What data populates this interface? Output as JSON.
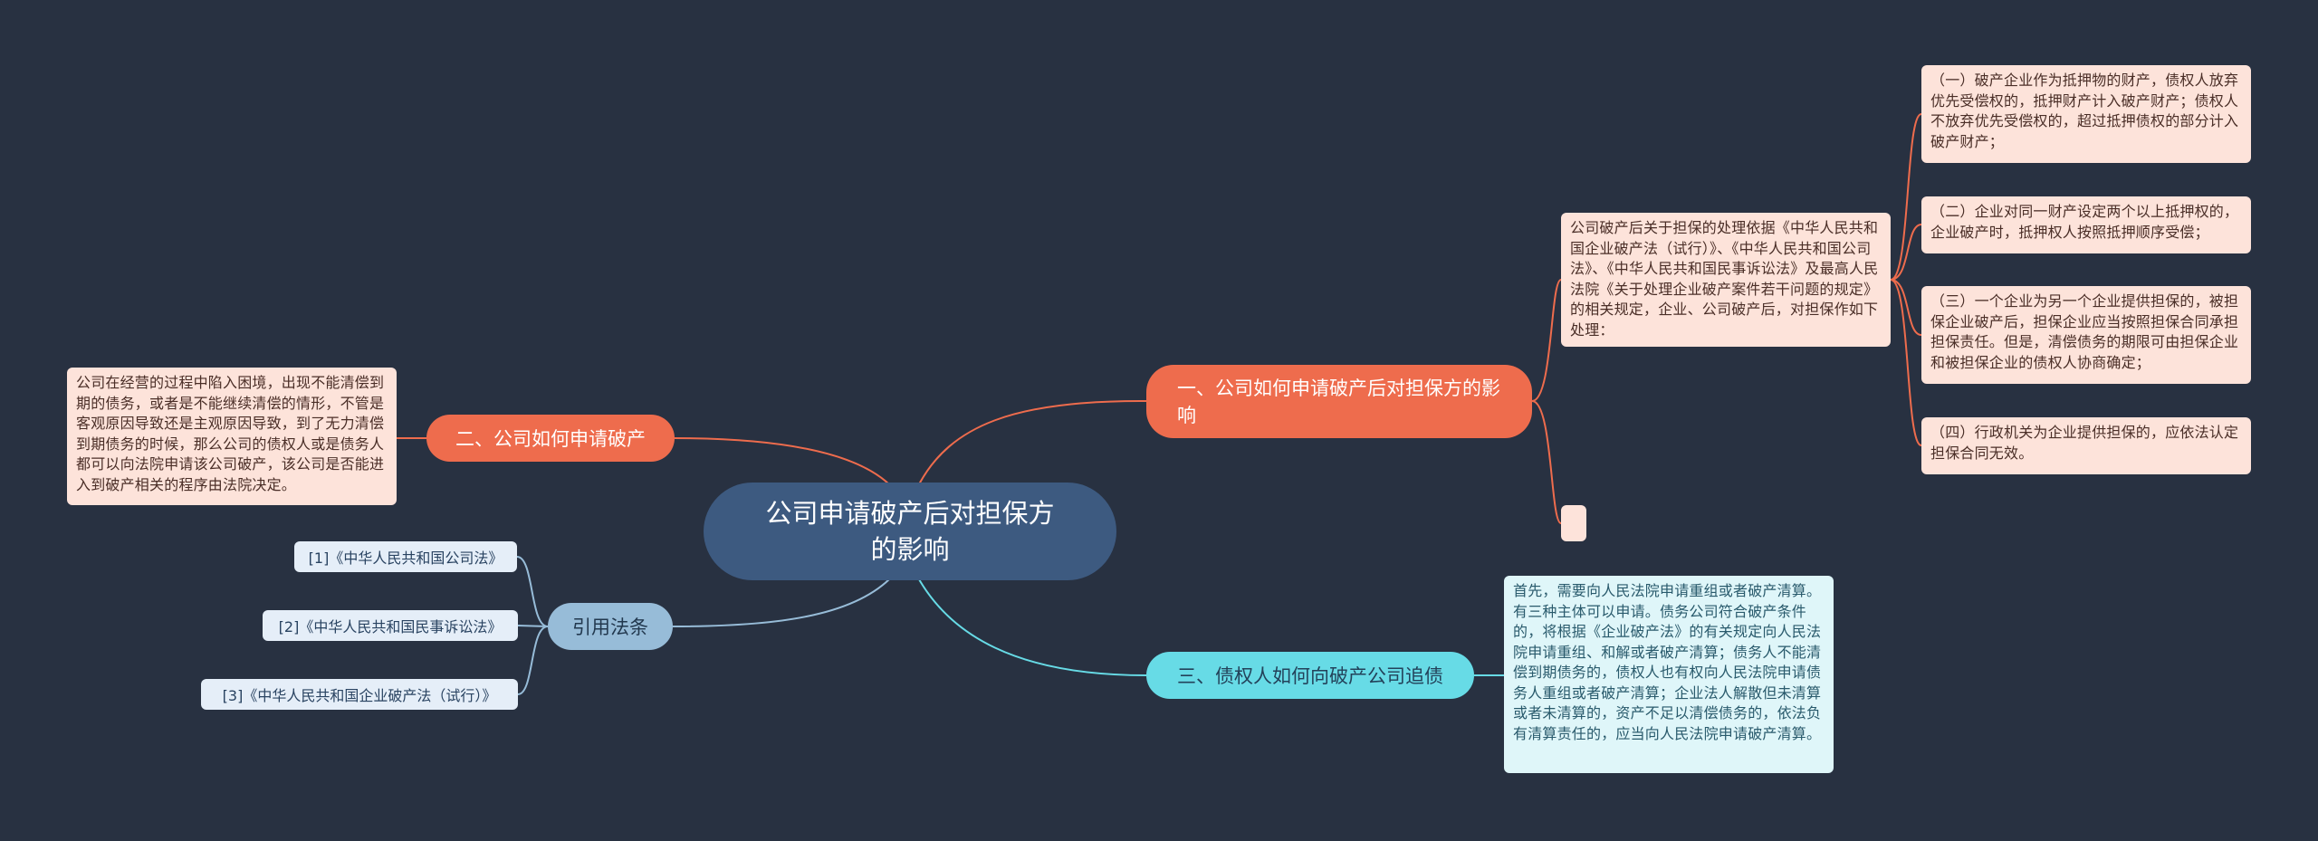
{
  "root": {
    "title": "公司申请破产后对担保方的影响"
  },
  "branches": {
    "impact": {
      "label": "一、公司如何申请破产后对担保方的影响",
      "basis": "公司破产后关于担保的处理依据《中华人民共和国企业破产法（试行）》、《中华人民共和国公司法》、《中华人民共和国民事诉讼法》及最高人民法院《关于处理企业破产案件若干问题的规定》的相关规定，企业、公司破产后，对担保作如下处理：",
      "items": [
        "（一）破产企业作为抵押物的财产，债权人放弃优先受偿权的，抵押财产计入破产财产；债权人不放弃优先受偿权的，超过抵押债权的部分计入破产财产；",
        "（二）企业对同一财产设定两个以上抵押权的，企业破产时，抵押权人按照抵押顺序受偿；",
        "（三）一个企业为另一个企业提供担保的，被担保企业破产后，担保企业应当按照担保合同承担担保责任。但是，清偿债务的期限可由担保企业和被担保企业的债权人协商确定；",
        "（四）行政机关为企业提供担保的，应依法认定担保合同无效。"
      ]
    },
    "how_to_apply": {
      "label": "二、公司如何申请破产",
      "text": "公司在经营的过程中陷入困境，出现不能清偿到期的债务，或者是不能继续清偿的情形，不管是客观原因导致还是主观原因导致，到了无力清偿到期债务的时候，那么公司的债权人或是债务人都可以向法院申请该公司破产，该公司是否能进入到破产相关的程序由法院决定。"
    },
    "creditors": {
      "label": "三、债权人如何向破产公司追债",
      "text": "首先，需要向人民法院申请重组或者破产清算。有三种主体可以申请。债务公司符合破产条件的，将根据《企业破产法》的有关规定向人民法院申请重组、和解或者破产清算；债务人不能清偿到期债务的，债权人也有权向人民法院申请债务人重组或者破产清算；企业法人解散但未清算或者未清算的，资产不足以清偿债务的，依法负有清算责任的，应当向人民法院申请破产清算。"
    },
    "laws": {
      "label": "引用法条",
      "items": [
        "[1]《中华人民共和国公司法》",
        "[2]《中华人民共和国民事诉讼法》",
        "[3]《中华人民共和国企业破产法（试行）》"
      ]
    }
  },
  "colors": {
    "background": "#283141",
    "root": "#3d5a80",
    "orange_branch": "#ee6c4d",
    "cyan_branch": "#67dbe6",
    "blue_branch": "#97bcd8",
    "peach_leaf": "#fde3da",
    "cyan_leaf": "#dff6f9",
    "law_leaf": "#e5eef8"
  }
}
